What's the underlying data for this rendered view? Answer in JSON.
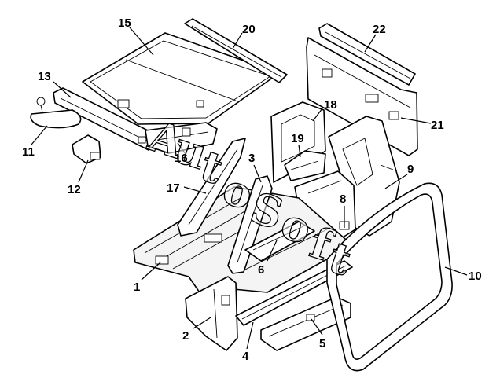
{
  "diagram": {
    "callouts": [
      "1",
      "2",
      "3",
      "4",
      "5",
      "6",
      "8",
      "9",
      "10",
      "11",
      "12",
      "13",
      "15",
      "16",
      "17",
      "18",
      "19",
      "20",
      "21",
      "22"
    ],
    "watermark": {
      "text": "AutoSoft",
      "letters": [
        "A",
        "u",
        "t",
        "o",
        "S",
        "o",
        "f",
        "t"
      ]
    }
  }
}
